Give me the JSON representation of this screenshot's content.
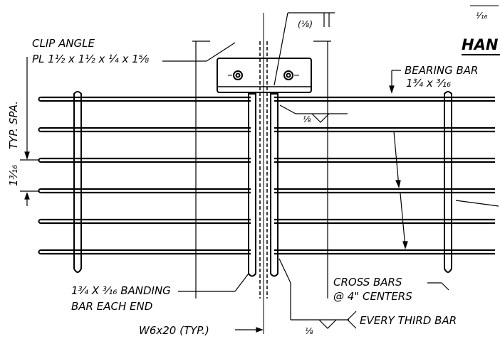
{
  "labels": {
    "clip_angle_title": "CLIP ANGLE",
    "clip_angle_spec": "PL 1½ x 1½ x ¼ x 1⅝",
    "bearing_bar_title": "BEARING BAR",
    "bearing_bar_size": "1¾ x ³⁄₁₆",
    "typ_spa": "TYP. SPA.",
    "spacing_dim": "1³⁄₁₆",
    "banding_bar_line1": "1¾ X ³⁄₁₆ BANDING",
    "banding_bar_line2": "BAR EACH END",
    "cross_bars_line1": "CROSS BARS",
    "cross_bars_line2": "@ 4\" CENTERS",
    "beam": "W6x20 (TYP.)",
    "every_third_bar": "EVERY THIRD BAR",
    "weld_top": "(⅛)",
    "weld_mid": "⅛",
    "weld_bottom": "⅛",
    "partial_fraction": "¹⁄₁₆",
    "partial_title": "HAN"
  },
  "colors": {
    "line": "#000000",
    "background": "#ffffff"
  }
}
